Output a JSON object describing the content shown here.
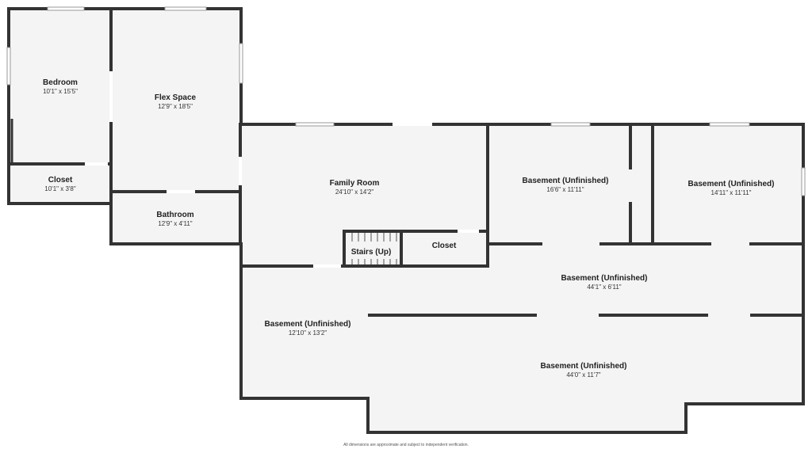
{
  "rooms": {
    "bedroom": {
      "name": "Bedroom",
      "dims": "10'1\" x 15'5\""
    },
    "flex_space": {
      "name": "Flex Space",
      "dims": "12'9\" x 18'5\""
    },
    "closet_upper": {
      "name": "Closet",
      "dims": "10'1\" x 3'8\""
    },
    "bathroom": {
      "name": "Bathroom",
      "dims": "12'9\" x 4'11\""
    },
    "family_room": {
      "name": "Family Room",
      "dims": "24'10\" x 14'2\""
    },
    "stairs": {
      "name": "Stairs (Up)"
    },
    "closet_lower": {
      "name": "Closet"
    },
    "basement_a": {
      "name": "Basement (Unfinished)",
      "dims": "16'6\" x 11'11\""
    },
    "basement_b": {
      "name": "Basement (Unfinished)",
      "dims": "14'11\" x 11'11\""
    },
    "basement_c": {
      "name": "Basement (Unfinished)",
      "dims": "44'1\" x 6'11\""
    },
    "basement_d": {
      "name": "Basement (Unfinished)",
      "dims": "12'10\" x 13'2\""
    },
    "basement_e": {
      "name": "Basement (Unfinished)",
      "dims": "44'0\" x 11'7\""
    }
  },
  "footer": {
    "disclaimer": "All dimensions are approximate and subject to independent verification."
  },
  "colors": {
    "wall": "#333333",
    "floor": "#f4f4f4",
    "background": "#ffffff"
  }
}
